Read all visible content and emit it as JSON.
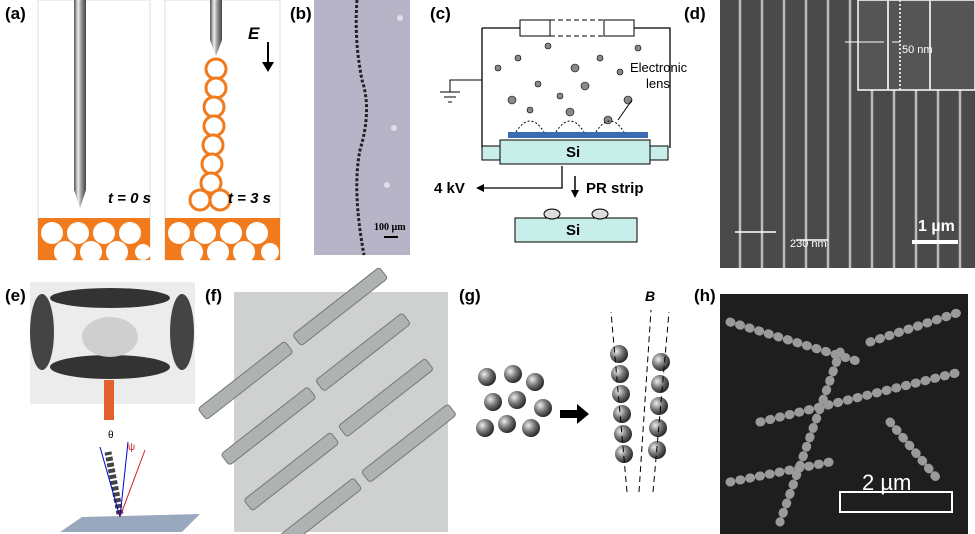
{
  "panels": {
    "a": {
      "label": "(a)",
      "field_label": "E",
      "time_left": "t = 0 s",
      "time_right": "t = 3 s"
    },
    "b": {
      "label": "(b)",
      "scale_bar": "100 µm"
    },
    "c": {
      "label": "(c)",
      "lens_label_line1": "Electronic",
      "lens_label_line2": "lens",
      "substrate": "Si",
      "substrate_after": "Si",
      "voltage": "4 kV",
      "step": "PR strip"
    },
    "d": {
      "label": "(d)",
      "inset_scale": "50 nm",
      "gap_label": "230 nm",
      "scale_bar": "1 µm"
    },
    "e": {
      "label": "(e)",
      "angle1": "θ",
      "angle2": "ψ"
    },
    "f": {
      "label": "(f)"
    },
    "g": {
      "label": "(g)",
      "field_label": "B"
    },
    "h": {
      "label": "(h)",
      "scale_bar": "2 µm"
    }
  },
  "colors": {
    "orange": "#f07a1c",
    "sem_bg": "#3a3a3a",
    "si": "#c8eee9"
  }
}
